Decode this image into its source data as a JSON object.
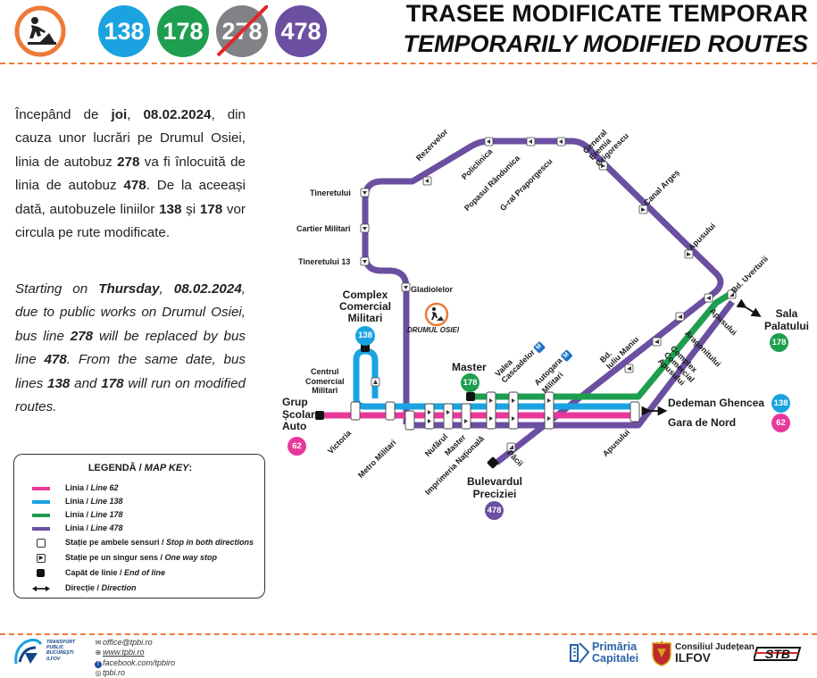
{
  "header": {
    "title_ro": "TRASEE MODIFICATE TEMPORAR",
    "title_en": "TEMPORARILY MODIFIED ROUTES",
    "lines": [
      {
        "number": "138",
        "color": "#1aa3e0",
        "status": "modified"
      },
      {
        "number": "178",
        "color": "#1e9e4f",
        "status": "modified"
      },
      {
        "number": "278",
        "color": "#808285",
        "status": "suspended"
      },
      {
        "number": "478",
        "color": "#6b4fa0",
        "status": "replacement"
      }
    ],
    "works_icon": "road-works-icon",
    "accent_color": "#ee7a3a"
  },
  "text_ro": {
    "s1": "Începând de ",
    "day": "joi",
    "s2": ", ",
    "date": "08.02.2024",
    "s3": ", din cauza unor lucrări pe Drumul Osiei, linia de autobuz ",
    "line_old": "278",
    "s4": " va fi înlocuită de linia de autobuz ",
    "line_new": "478",
    "s5": ". De la aceeași dată, autobuzele liniilor ",
    "line_a": "138",
    "s6": " și ",
    "line_b": "178",
    "s7": " vor circula pe rute modificate."
  },
  "text_en": {
    "s1": "Starting on ",
    "day": "Thursday",
    "s2": ", ",
    "date": "08.02.2024",
    "s3": ", due to public works on Drumul Osiei, bus line ",
    "line_old": "278",
    "s4": " will be replaced by bus line ",
    "line_new": "478",
    "s5": ". From the same date, bus lines ",
    "line_a": "138",
    "s6": " and ",
    "line_b": "178",
    "s7": " will run on modified routes."
  },
  "map": {
    "works_label": "DRUMUL OSIEI",
    "stops": {
      "tineretului": "Tineretului",
      "cartier_militari": "Cartier Militari",
      "tineretului13": "Tineretului 13",
      "rezervelor": "Rezervelor",
      "policlinica": "Policlinica",
      "popasul": "Popasul Rândunica",
      "gral": "G-ral Praporgescu",
      "general_l1": "General",
      "general_l2": "Eremia",
      "general_l3": "Grigorescu",
      "canal": "Canal Argeș",
      "apusului": "Apusului",
      "gladiolelor": "Gladiolelor",
      "bd_uverturii": "Bd. Uverturii",
      "apusului2": "Apusului",
      "aragonitului": "Aragonitului",
      "complex_apusului_l1": "Complex",
      "complex_apusului_l2": "Comercial",
      "complex_apusului_l3": "Apusului",
      "iuliu_l1": "Bd.",
      "iuliu_l2": "Iuliu Maniu",
      "autogara_l1": "Autogara",
      "autogara_l2": "Militari",
      "valea_l1": "Valea",
      "valea_l2": "Cascadelor",
      "centrul_l1": "Centrul",
      "centrul_l2": "Comercial",
      "centrul_l3": "Militari",
      "victoria": "Victoria",
      "metro_militari": "Metro Militari",
      "nufarul": "Nufărul",
      "master_stop": "Master",
      "imprimeria": "Imprimeria Națională",
      "apusului3": "Apusului",
      "pacii": "Păcii"
    },
    "terminals": {
      "complex_militari_l1": "Complex",
      "complex_militari_l2": "Comercial",
      "complex_militari_l3": "Militari",
      "complex_militari_line": "138",
      "grup_l1": "Grup",
      "grup_l2": "Școlar",
      "grup_l3": "Auto",
      "grup_line": "62",
      "master": "Master",
      "master_line": "178",
      "sala_l1": "Sala",
      "sala_l2": "Palatului",
      "sala_line": "178",
      "dedeman": "Dedeman Ghencea",
      "dedeman_line": "138",
      "gara": "Gara de Nord",
      "gara_line": "62",
      "preciziei_l1": "Bulevardul",
      "preciziei_l2": "Preciziei",
      "preciziei_line": "478"
    },
    "metro_symbol": "M",
    "colors": {
      "line62": "#e8399a",
      "line138": "#1aa3e0",
      "line178": "#1e9e4f",
      "line478": "#6b4fa0",
      "line62_badge": "#e8399a"
    }
  },
  "legend": {
    "title": "LEGENDĂ / ",
    "title_en": "MAP KEY",
    "title_end": ":",
    "items": [
      {
        "text": "Linia / ",
        "en": "Line 62"
      },
      {
        "text": "Linia / ",
        "en": "Line 138"
      },
      {
        "text": "Linia / ",
        "en": "Line 178"
      },
      {
        "text": "Linia / ",
        "en": "Line 478"
      },
      {
        "text": "Stație pe ambele sensuri / ",
        "en": "Stop in both directions"
      },
      {
        "text": "Stație pe un singur sens / ",
        "en": "One way stop"
      },
      {
        "text": "Capăt de linie / ",
        "en": "End of line"
      },
      {
        "text": "Direcție / ",
        "en": "Direction"
      }
    ]
  },
  "footer": {
    "tpbi_l1": "TRANSPORT",
    "tpbi_l2": "PUBLIC",
    "tpbi_l3": "BUCUREȘTI",
    "tpbi_l4": "ILFOV",
    "email": "office@tpbi.ro",
    "web": "www.tpbi.ro",
    "facebook": "facebook.com/tpbiro",
    "instagram": "tpbi.ro",
    "primaria_l1": "Primăria",
    "primaria_l2": "Capitalei",
    "consiliul_l1": "Consiliul Județean",
    "consiliul_l2": "ILFOV",
    "stb": "STB"
  }
}
